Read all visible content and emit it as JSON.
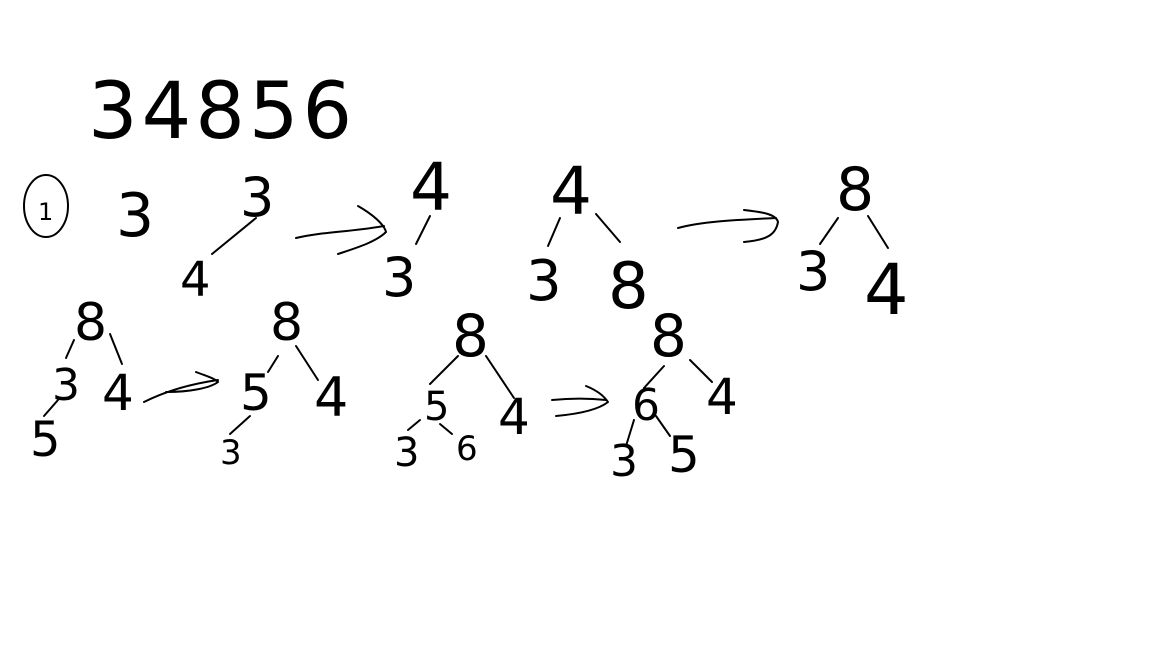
{
  "sequence": {
    "label": "34856"
  },
  "circled": {
    "label": "1"
  },
  "root_line": {
    "index": "0",
    "value": "3"
  },
  "tree1": {
    "root": "3",
    "child": "4"
  },
  "tree2": {
    "root": "4",
    "child": "3"
  },
  "tree3": {
    "root": "4",
    "left": "3",
    "right": "8"
  },
  "tree4": {
    "root": "8",
    "left": "3",
    "right": "4"
  },
  "tree5": {
    "root": "8",
    "left": "3",
    "right": "4",
    "grandchild": "5"
  },
  "tree6": {
    "root": "8",
    "left": "5",
    "right": "4",
    "grandchild": "3"
  },
  "tree7": {
    "root": "8",
    "left": "5",
    "right": "4",
    "gc_left": "3",
    "gc_right": "6"
  },
  "tree8": {
    "root": "8",
    "left": "6",
    "right": "4",
    "gc_left": "3",
    "gc_right": "5"
  }
}
